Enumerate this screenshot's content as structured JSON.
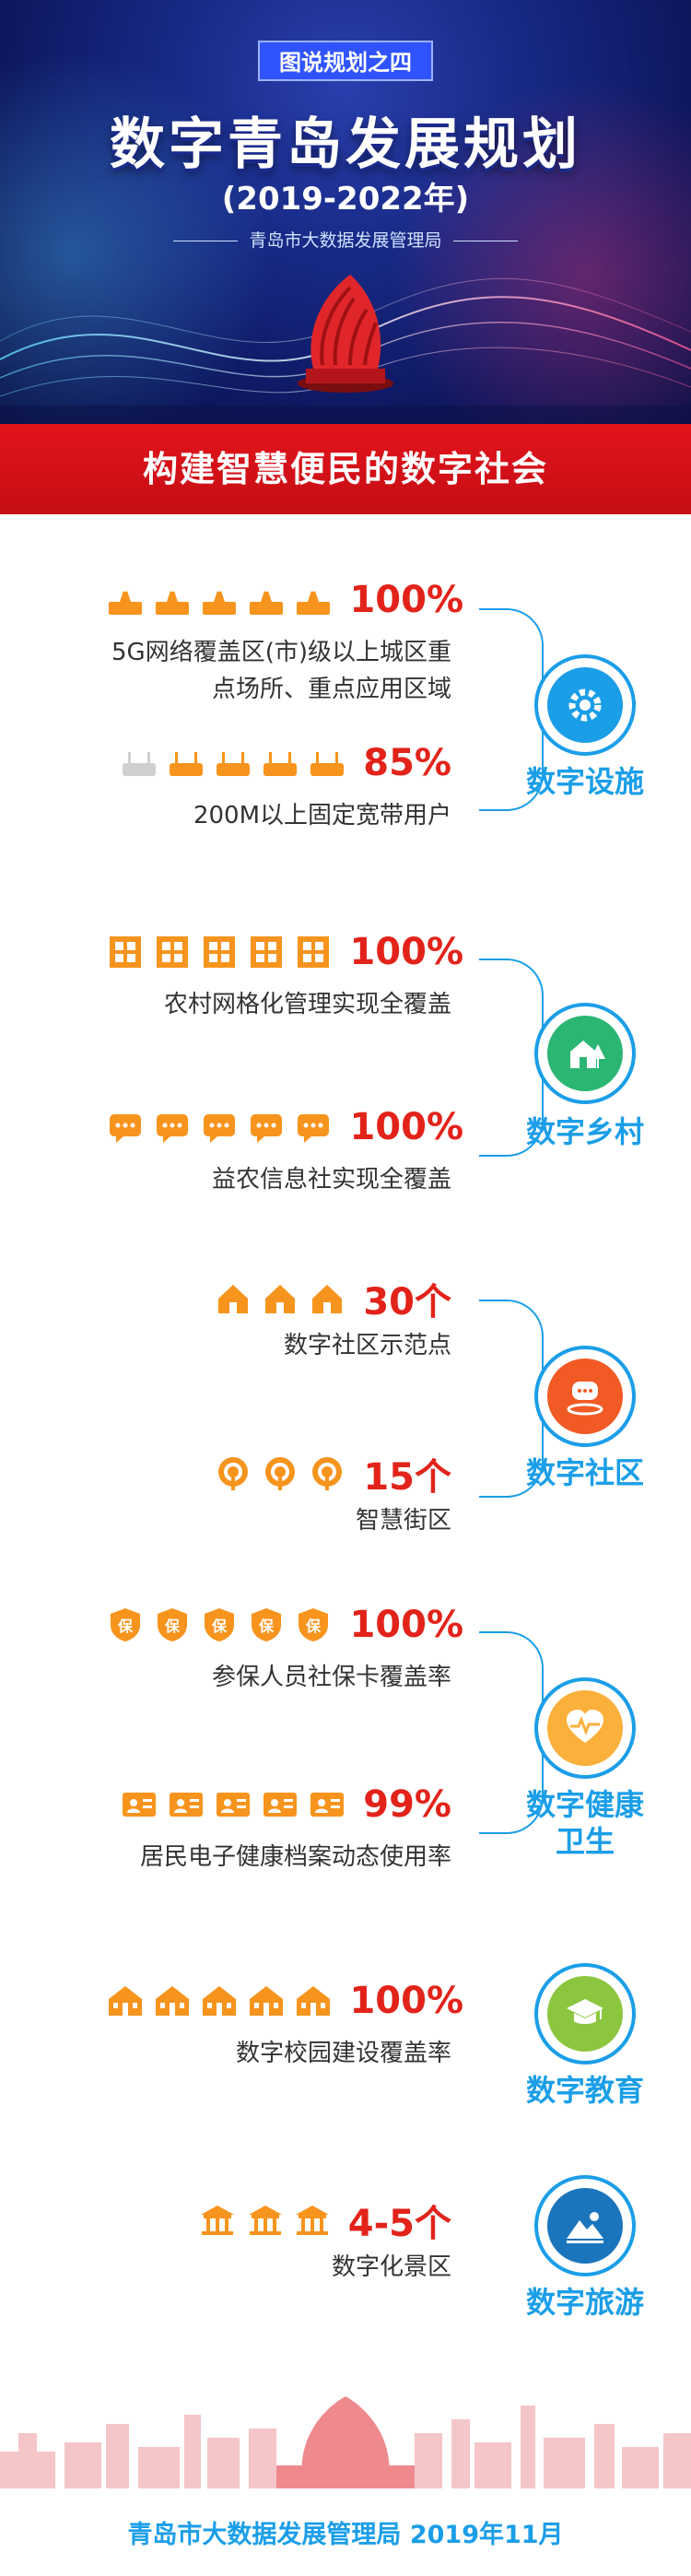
{
  "header": {
    "series_label": "图说规划之四",
    "title": "数字青岛发展规划",
    "years": "(2019-2022年)",
    "org": "青岛市大数据发展管理局"
  },
  "ribbon": {
    "text": "构建智慧便民的数字社会"
  },
  "colors": {
    "accent_red": "#e2231a",
    "accent_blue": "#1b9ee8",
    "icon_orange": "#f7941d"
  },
  "sections": [
    {
      "category": "数字设施",
      "category_icon": "gear-icon",
      "stats": [
        {
          "value": "100%",
          "icon": "tower-icon",
          "description": "5G网络覆盖区(市)级以上城区重点场所、重点应用区域"
        },
        {
          "value": "85%",
          "icon": "router-icon",
          "description": "200M以上固定宽带用户"
        }
      ]
    },
    {
      "category": "数字乡村",
      "category_icon": "house-tree-icon",
      "stats": [
        {
          "value": "100%",
          "icon": "grid-icon",
          "description": "农村网格化管理实现全覆盖"
        },
        {
          "value": "100%",
          "icon": "chat-icon",
          "description": "益农信息社实现全覆盖"
        }
      ]
    },
    {
      "category": "数字社区",
      "category_icon": "community-chat-icon",
      "stats": [
        {
          "value": "30个",
          "icon": "home-icon",
          "description": "数字社区示范点"
        },
        {
          "value": "15个",
          "icon": "signal-icon",
          "description": "智慧街区"
        }
      ]
    },
    {
      "category": "数字健康卫生",
      "category_icon": "heart-pulse-icon",
      "stats": [
        {
          "value": "100%",
          "icon": "shield-bao-icon",
          "icon_text": "保",
          "description": "参保人员社保卡覆盖率"
        },
        {
          "value": "99%",
          "icon": "id-card-icon",
          "description": "居民电子健康档案动态使用率"
        }
      ]
    },
    {
      "category": "数字教育",
      "category_icon": "graduation-cap-icon",
      "stats": [
        {
          "value": "100%",
          "icon": "school-icon",
          "description": "数字校园建设覆盖率"
        }
      ]
    },
    {
      "category": "数字旅游",
      "category_icon": "mountain-sun-icon",
      "stats": [
        {
          "value": "4-5个",
          "icon": "temple-icon",
          "description": "数字化景区"
        }
      ]
    }
  ],
  "footer": {
    "text": "青岛市大数据发展管理局 2019年11月"
  }
}
